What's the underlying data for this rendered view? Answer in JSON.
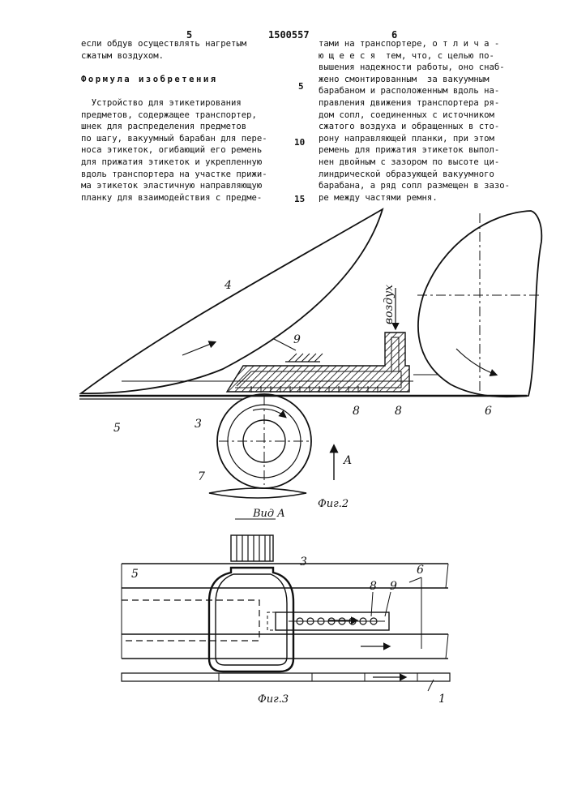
{
  "header": {
    "page_left": "5",
    "patent_number": "1500557",
    "page_right": "6"
  },
  "left_column": [
    "если обдув осуществлять нагретым",
    "сжатым воздухом.",
    "",
    "Формула изобретения",
    "",
    "  Устройство для этикетирования",
    "предметов, содержащее транспортер,",
    "шнек для распределения предметов",
    "по шагу, вакуумный барабан для пере-",
    "носа этикеток, огибающий его ремень",
    "для прижатия этикеток и укрепленную",
    "вдоль транспортера на участке прижи-",
    "ма этикеток эластичную направляющую",
    "планку для взаимодействия с предме-"
  ],
  "right_column": [
    "тами на транспортере, о т л и ч а -",
    "ю щ е е с я  тем, что, с целью по-",
    "вышения надежности работы, оно снаб-",
    "жено смонтированным  за вакуумным",
    "барабаном и расположенным вдоль на-",
    "правления движения транспортера ря-",
    "дом сопл, соединенных с источником",
    "сжатого воздуха и обращенных в сто-",
    "рону направляющей планки, при этом",
    "ремень для прижатия этикеток выпол-",
    "нен двойным с зазором по высоте ци-",
    "линдрической образующей вакуумного",
    "барабана, а ряд сопл размещен в зазо-",
    "ре между частями ремня."
  ],
  "line_numbers": [
    "5",
    "10",
    "15"
  ],
  "figure2": {
    "labels": {
      "l4": "4",
      "l9": "9",
      "l5": "5",
      "l3": "3",
      "l8a": "8",
      "l8b": "8",
      "l6": "6",
      "l7": "7",
      "air": "воздух",
      "arrow_a": "A"
    },
    "view_a": "Вид A",
    "caption": "Фиг.2"
  },
  "figure3": {
    "labels": {
      "l5": "5",
      "l3": "3",
      "l8": "8",
      "l9": "9",
      "l6": "6",
      "l1": "1"
    },
    "caption": "Фиг.3"
  }
}
